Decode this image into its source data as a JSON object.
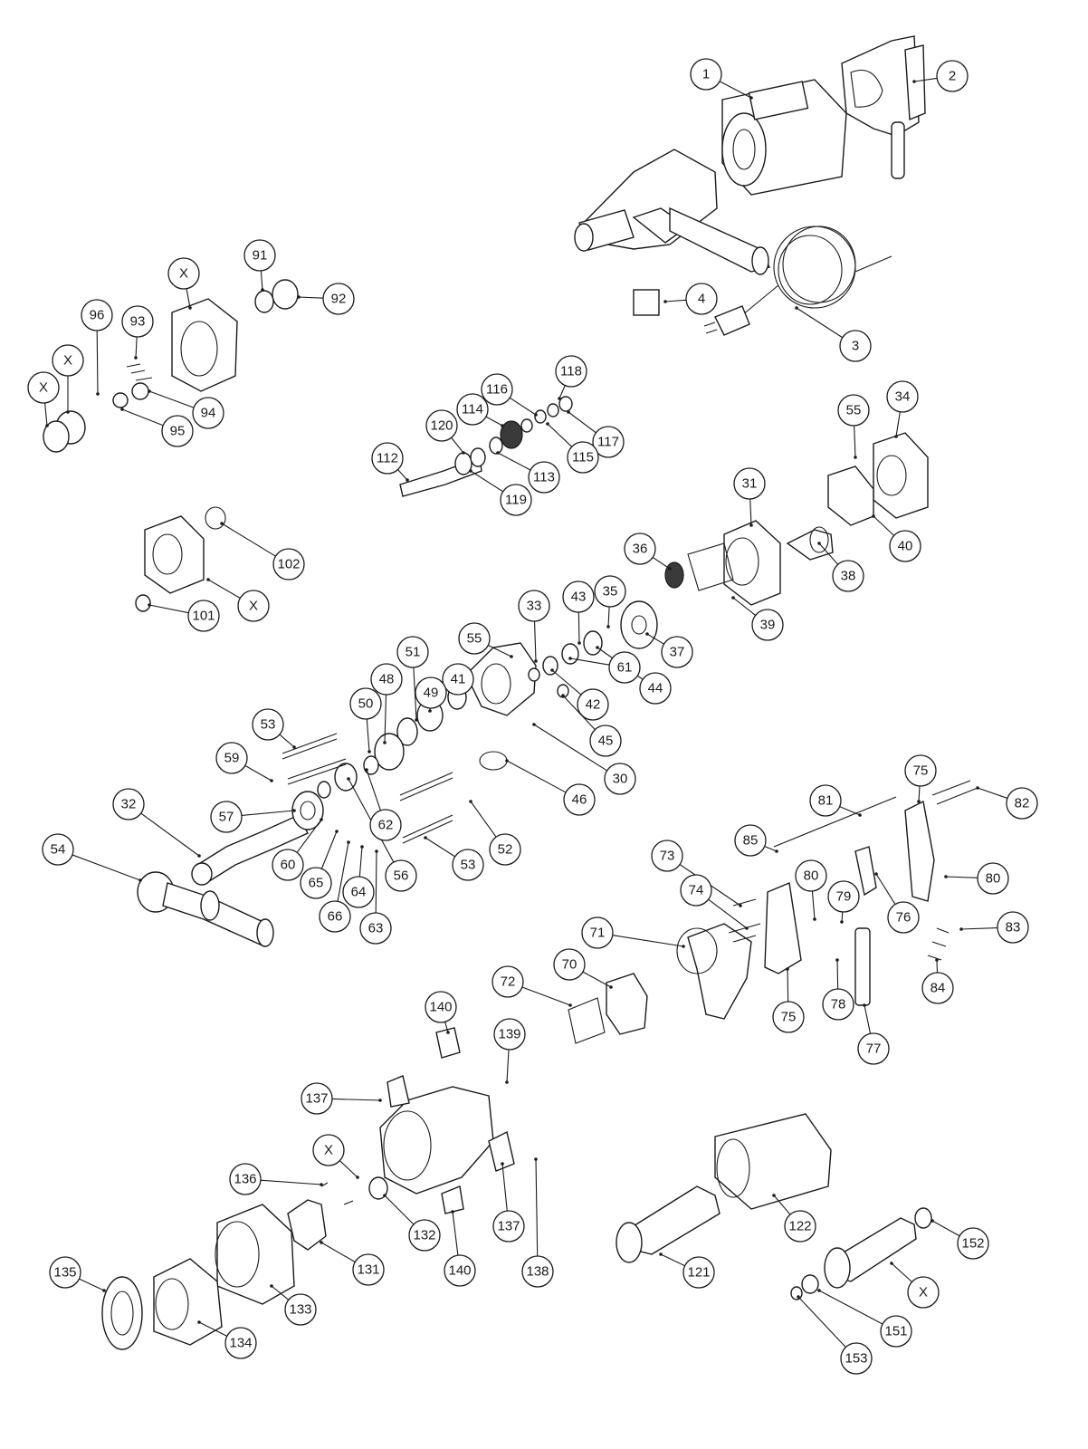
{
  "diagram": {
    "colors": {
      "ink": "#1a1a1a",
      "paper": "#ffffff"
    },
    "callouts": [
      {
        "label": "1"
      },
      {
        "label": "2"
      },
      {
        "label": "3"
      },
      {
        "label": "4"
      },
      {
        "label": "91"
      },
      {
        "label": "92"
      },
      {
        "label": "X"
      },
      {
        "label": "96"
      },
      {
        "label": "93"
      },
      {
        "label": "X"
      },
      {
        "label": "X"
      },
      {
        "label": "94"
      },
      {
        "label": "95"
      },
      {
        "label": "118"
      },
      {
        "label": "116"
      },
      {
        "label": "114"
      },
      {
        "label": "120"
      },
      {
        "label": "112"
      },
      {
        "label": "117"
      },
      {
        "label": "115"
      },
      {
        "label": "113"
      },
      {
        "label": "119"
      },
      {
        "label": "34"
      },
      {
        "label": "55"
      },
      {
        "label": "31"
      },
      {
        "label": "40"
      },
      {
        "label": "38"
      },
      {
        "label": "36"
      },
      {
        "label": "39"
      },
      {
        "label": "102"
      },
      {
        "label": "X"
      },
      {
        "label": "101"
      },
      {
        "label": "33"
      },
      {
        "label": "43"
      },
      {
        "label": "35"
      },
      {
        "label": "55"
      },
      {
        "label": "51"
      },
      {
        "label": "48"
      },
      {
        "label": "41"
      },
      {
        "label": "49"
      },
      {
        "label": "50"
      },
      {
        "label": "37"
      },
      {
        "label": "44"
      },
      {
        "label": "61"
      },
      {
        "label": "42"
      },
      {
        "label": "45"
      },
      {
        "label": "30"
      },
      {
        "label": "46"
      },
      {
        "label": "53"
      },
      {
        "label": "59"
      },
      {
        "label": "57"
      },
      {
        "label": "32"
      },
      {
        "label": "54"
      },
      {
        "label": "62"
      },
      {
        "label": "60"
      },
      {
        "label": "65"
      },
      {
        "label": "66"
      },
      {
        "label": "64"
      },
      {
        "label": "63"
      },
      {
        "label": "56"
      },
      {
        "label": "52"
      },
      {
        "label": "53"
      },
      {
        "label": "75"
      },
      {
        "label": "81"
      },
      {
        "label": "82"
      },
      {
        "label": "85"
      },
      {
        "label": "80"
      },
      {
        "label": "73"
      },
      {
        "label": "74"
      },
      {
        "label": "71"
      },
      {
        "label": "80"
      },
      {
        "label": "79"
      },
      {
        "label": "76"
      },
      {
        "label": "83"
      },
      {
        "label": "84"
      },
      {
        "label": "75"
      },
      {
        "label": "78"
      },
      {
        "label": "77"
      },
      {
        "label": "70"
      },
      {
        "label": "72"
      },
      {
        "label": "140"
      },
      {
        "label": "139"
      },
      {
        "label": "137"
      },
      {
        "label": "X"
      },
      {
        "label": "136"
      },
      {
        "label": "132"
      },
      {
        "label": "131"
      },
      {
        "label": "137"
      },
      {
        "label": "140"
      },
      {
        "label": "138"
      },
      {
        "label": "135"
      },
      {
        "label": "134"
      },
      {
        "label": "133"
      },
      {
        "label": "122"
      },
      {
        "label": "121"
      },
      {
        "label": "152"
      },
      {
        "label": "X"
      },
      {
        "label": "151"
      },
      {
        "label": "153"
      }
    ]
  }
}
